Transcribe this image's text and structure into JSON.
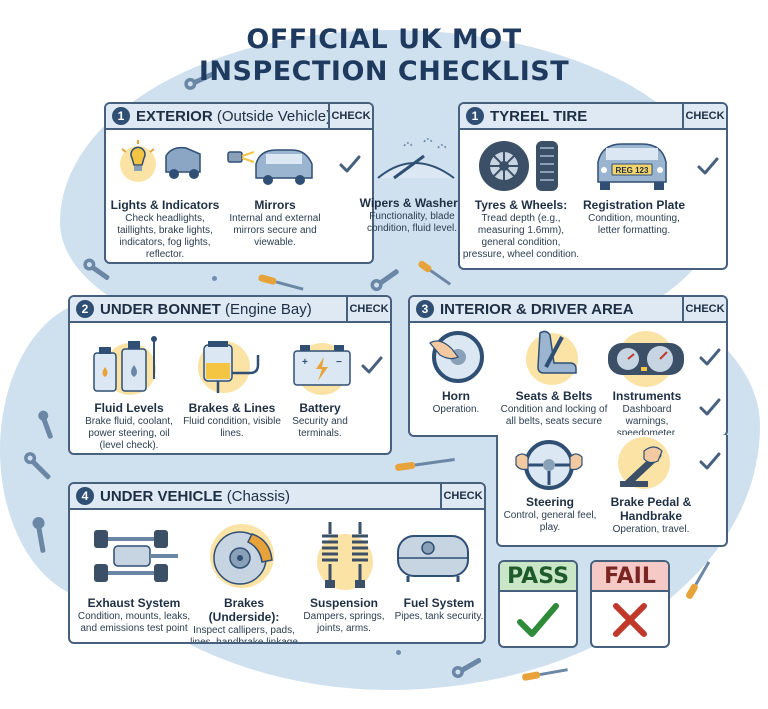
{
  "title": {
    "line1": "OFFICIAL UK MOT",
    "line2": "INSPECTION CHECKLIST"
  },
  "check_label": "CHECK",
  "sections": {
    "exterior": {
      "num": "1",
      "title": "EXTERIOR",
      "subtitle": "(Outside Vehicle)",
      "items": [
        {
          "name": "Lights & Indicators",
          "desc": "Check headlights, taillights, brake lights, indicators, fog lights, reflector."
        },
        {
          "name": "Mirrors",
          "desc": "Internal and external mirrors secure and viewable."
        },
        {
          "name": "Wipers & Washers",
          "desc": "Functionality, blade condition, fluid level."
        }
      ]
    },
    "tyres": {
      "num": "1",
      "title": "TYREEL TIRE",
      "subtitle": "",
      "items": [
        {
          "name": "Tyres & Wheels:",
          "desc": "Tread depth (e.g., measuring 1.6mm), general condition, pressure, wheel condition."
        },
        {
          "name": "Registration Plate",
          "desc": "Condition, mounting, letter formatting.",
          "plate_text": "REG 123"
        }
      ]
    },
    "bonnet": {
      "num": "2",
      "title": "UNDER BONNET",
      "subtitle": "(Engine Bay)",
      "items": [
        {
          "name": "Fluid Levels",
          "desc": "Brake fluid, coolant, power steering, oil (level check)."
        },
        {
          "name": "Brakes & Lines",
          "desc": "Fluid condition, visible lines."
        },
        {
          "name": "Battery",
          "desc": "Security and terminals."
        }
      ]
    },
    "interior": {
      "num": "3",
      "title": "INTERIOR & DRIVER AREA",
      "subtitle": "",
      "items": [
        {
          "name": "Horn",
          "desc": "Operation."
        },
        {
          "name": "Seats & Belts",
          "desc": "Condition and locking of all belts, seats secure"
        },
        {
          "name": "Instruments",
          "desc": "Dashboard warnings, speedometer."
        },
        {
          "name": "Steering",
          "desc": "Control, general feel, play."
        },
        {
          "name": "Brake Pedal & Handbrake",
          "desc": "Operation, travel."
        }
      ]
    },
    "vehicle": {
      "num": "4",
      "title": "UNDER VEHICLE",
      "subtitle": "(Chassis)",
      "items": [
        {
          "name": "Exhaust System",
          "desc": "Condition, mounts, leaks, and emissions test point"
        },
        {
          "name": "Brakes (Underside):",
          "desc": "Inspect callipers, pads, lines, handbrake linkage"
        },
        {
          "name": "Suspension",
          "desc": "Dampers, springs, joints, arms."
        },
        {
          "name": "Fuel System",
          "desc": "Pipes, tank security."
        }
      ]
    }
  },
  "result": {
    "pass": "PASS",
    "fail": "FAIL"
  },
  "colors": {
    "navy": "#1e3a5f",
    "background_blob": "#cfe0ef",
    "pass_green": "#2e8b3a",
    "fail_red": "#c0392b",
    "icon_yellow": "#fbe3a6"
  }
}
